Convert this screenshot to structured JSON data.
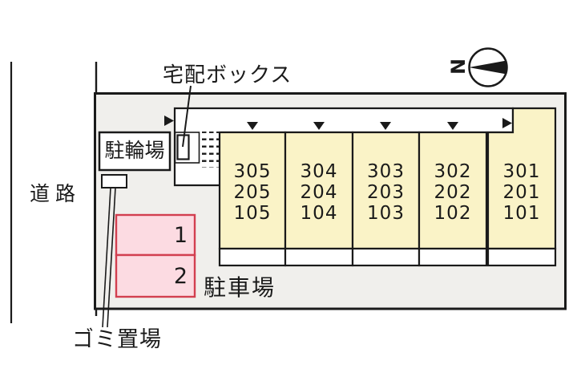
{
  "diagram": {
    "road_label": "道路",
    "delivery_box_label": "宅配ボックス",
    "bicycle_parking_label": "駐輪場",
    "garbage_area_label": "ゴミ置場",
    "parking_lot_label": "駐車場",
    "compass_north_label": "N"
  },
  "units": [
    {
      "rooms": [
        "305",
        "205",
        "105"
      ]
    },
    {
      "rooms": [
        "304",
        "204",
        "104"
      ]
    },
    {
      "rooms": [
        "303",
        "203",
        "103"
      ]
    },
    {
      "rooms": [
        "302",
        "202",
        "102"
      ]
    },
    {
      "rooms": [
        "301",
        "201",
        "101"
      ]
    }
  ],
  "parking_spaces": [
    {
      "number": "1"
    },
    {
      "number": "2"
    }
  ],
  "colors": {
    "unit-fill": "#faf3c7",
    "building-fill": "#f0efec",
    "parking-fill": "#fcdbe2",
    "parking-border": "#d23f50",
    "line-color": "#1a1a1a",
    "page-bg": "#ffffff"
  }
}
